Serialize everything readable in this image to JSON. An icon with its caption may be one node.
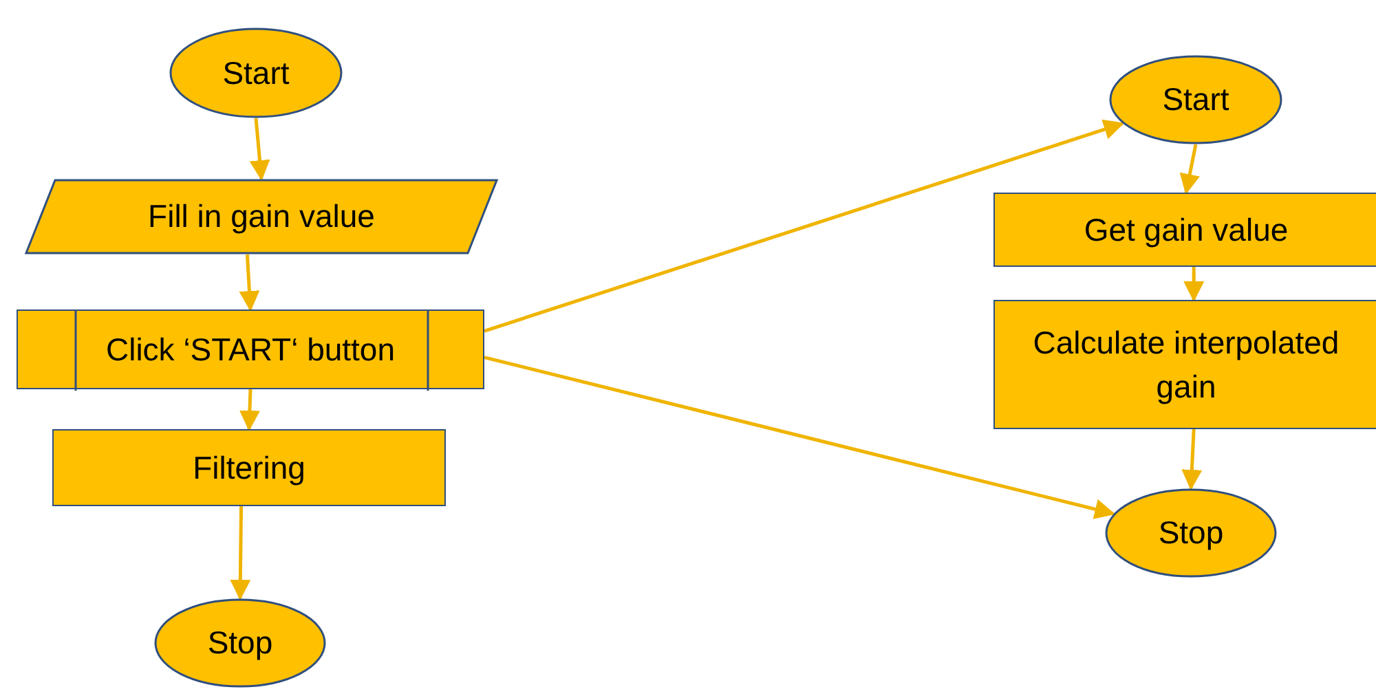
{
  "diagram": {
    "nodes": [
      {
        "text": [
          "Start"
        ]
      },
      {
        "text": [
          "Fill in gain value"
        ]
      },
      {
        "text": [
          "Click ‘START‘ button"
        ]
      },
      {
        "text": [
          "Filtering"
        ]
      },
      {
        "text": [
          "Stop"
        ]
      },
      {
        "text": [
          "Start"
        ]
      },
      {
        "text": [
          "Get gain value"
        ]
      },
      {
        "text": [
          "Calculate interpolated gain"
        ]
      },
      {
        "text": [
          "Stop"
        ]
      }
    ],
    "edges": [
      {
        "from": 0,
        "to": 1,
        "arrow": "to"
      },
      {
        "from": 1,
        "to": 2,
        "arrow": "to"
      },
      {
        "from": 2,
        "to": 3,
        "arrow": "to"
      },
      {
        "from": 3,
        "to": 4,
        "arrow": "to"
      },
      {
        "from": 2,
        "to": 5,
        "arrow": "to"
      },
      {
        "from": 2,
        "to": 8,
        "arrow": "to"
      },
      {
        "from": 5,
        "to": 6,
        "arrow": "to"
      },
      {
        "from": 6,
        "to": 7,
        "arrow": "to"
      },
      {
        "from": 7,
        "to": 8,
        "arrow": "to"
      }
    ]
  }
}
